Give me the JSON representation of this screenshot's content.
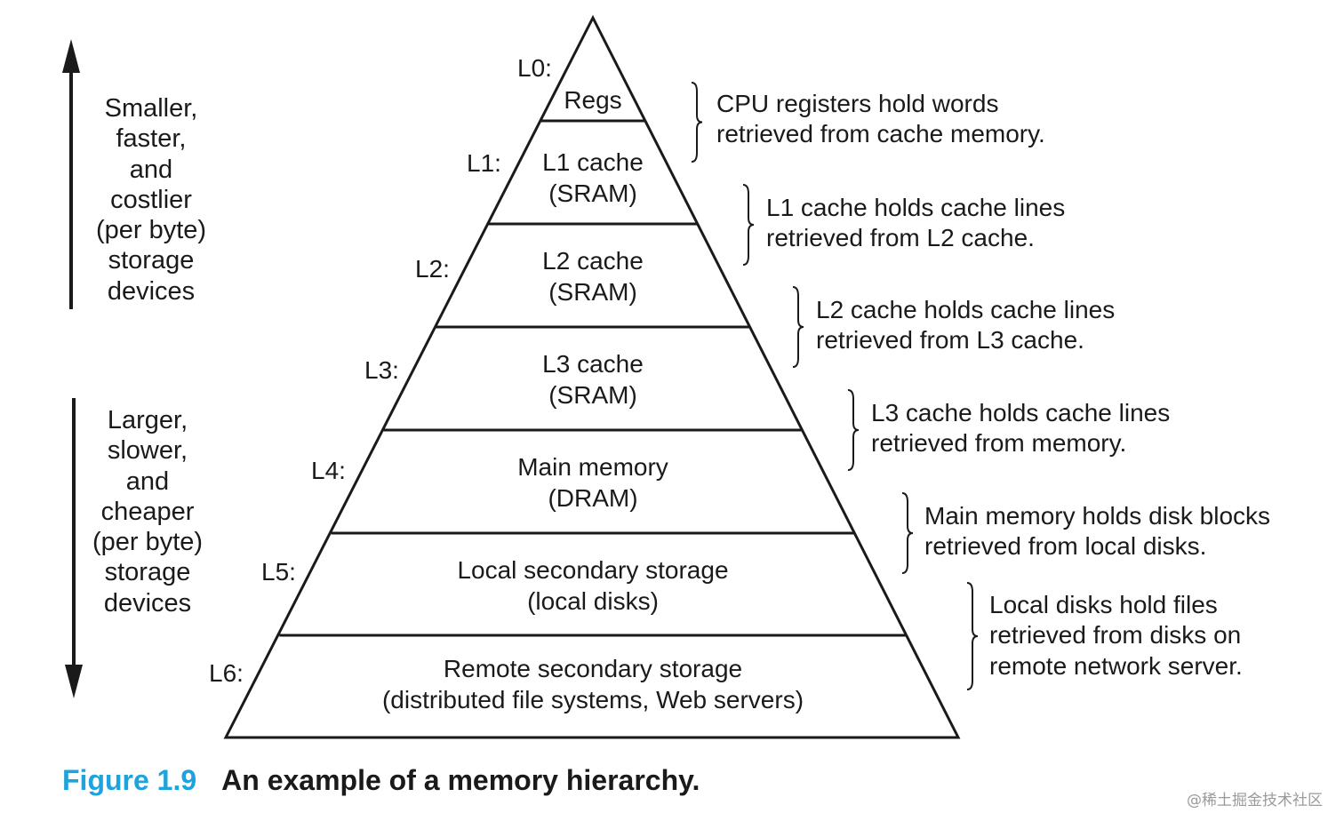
{
  "diagram": {
    "left_note": [
      "Smaller,",
      "faster,",
      "and",
      "costlier",
      "(per byte)",
      "storage",
      "devices"
    ],
    "right_note": [
      "Larger,",
      "slower,",
      "and",
      "cheaper",
      "(per byte)",
      "storage",
      "devices"
    ],
    "levels": [
      {
        "label": "L0:",
        "lines": [
          "Regs"
        ],
        "desc": [
          "CPU registers hold words",
          "retrieved from cache memory."
        ]
      },
      {
        "label": "L1:",
        "lines": [
          "L1 cache",
          "(SRAM)"
        ],
        "desc": [
          "L1 cache holds cache lines",
          "retrieved from L2 cache."
        ]
      },
      {
        "label": "L2:",
        "lines": [
          "L2 cache",
          "(SRAM)"
        ],
        "desc": [
          "L2 cache holds cache lines",
          "retrieved from L3 cache."
        ]
      },
      {
        "label": "L3:",
        "lines": [
          "L3 cache",
          "(SRAM)"
        ],
        "desc": [
          "L3 cache holds cache lines",
          "retrieved from memory."
        ]
      },
      {
        "label": "L4:",
        "lines": [
          "Main memory",
          "(DRAM)"
        ],
        "desc": [
          "Main memory holds disk blocks",
          "retrieved from local disks."
        ]
      },
      {
        "label": "L5:",
        "lines": [
          "Local secondary storage",
          "(local disks)"
        ],
        "desc": [
          "Local disks hold files",
          "retrieved from disks on",
          "remote network server."
        ]
      },
      {
        "label": "L6:",
        "lines": [
          "Remote secondary storage",
          "(distributed file systems, Web servers)"
        ],
        "desc": []
      }
    ]
  },
  "caption": {
    "number": "Figure 1.9",
    "title": "An example of a memory hierarchy."
  },
  "watermark": "@稀土掘金技术社区",
  "colors": {
    "stroke": "#1a1a1a",
    "caption_number": "#1ea3dc",
    "watermark": "#9a9a9a"
  }
}
